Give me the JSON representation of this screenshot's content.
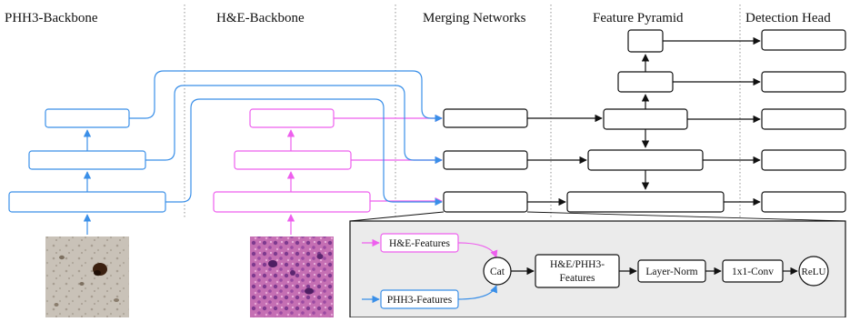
{
  "columns": {
    "phh3_backbone": "PHH3-Backbone",
    "he_backbone": "H&E-Backbone",
    "merging_networks": "Merging Networks",
    "feature_pyramid": "Feature Pyramid",
    "detection_head": "Detection Head"
  },
  "merge_detail": {
    "he_features": "H&E-Features",
    "phh3_features": "PHH3-Features",
    "cat": "Cat",
    "he_phh3_features_line1": "H&E/PHH3-",
    "he_phh3_features_line2": "Features",
    "layer_norm": "Layer-Norm",
    "conv": "1x1-Conv",
    "relu": "ReLU"
  },
  "colors": {
    "phh3": "#3a8fe8",
    "he": "#ee5fee",
    "black": "#111111",
    "detail_bg": "#ebebeb"
  },
  "images": {
    "phh3_patch": "phh3-stained-tissue-patch",
    "he_patch": "he-stained-tissue-patch"
  }
}
